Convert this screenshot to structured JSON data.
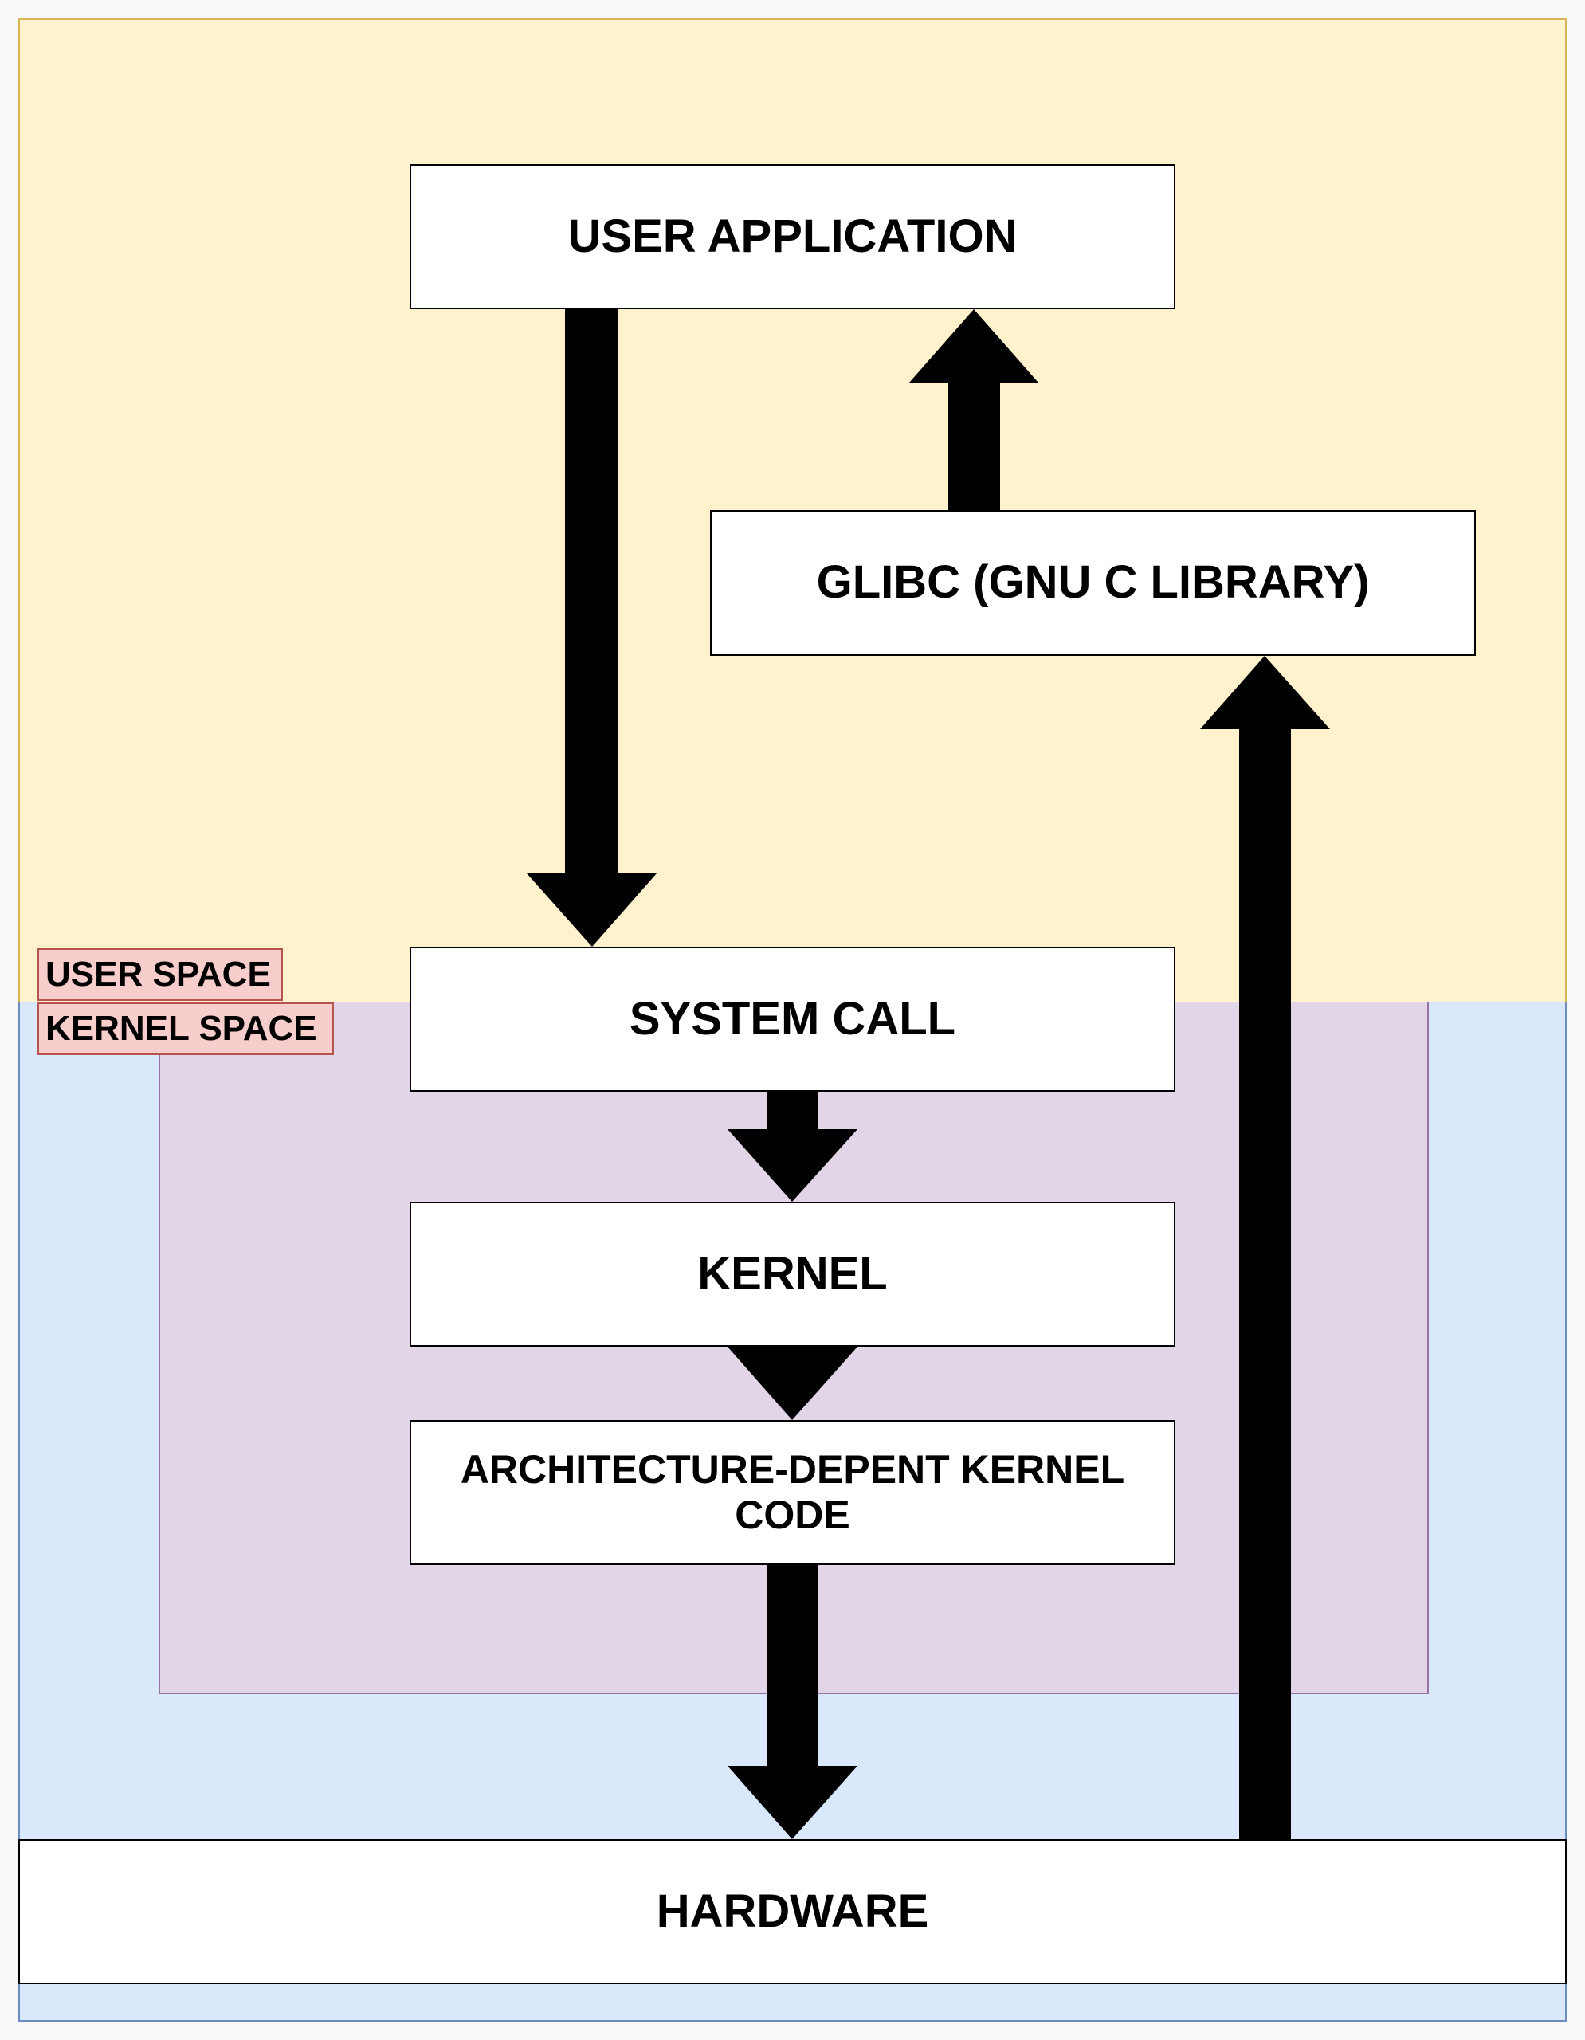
{
  "regions": {
    "user_space_label": "USER SPACE",
    "kernel_space_label": "KERNEL SPACE"
  },
  "nodes": {
    "user_application": "USER APPLICATION",
    "glibc": "GLIBC (GNU C LIBRARY)",
    "system_call": "SYSTEM CALL",
    "kernel": "KERNEL",
    "arch_kernel_code": "ARCHITECTURE-DEPENT KERNEL CODE",
    "hardware": "HARDWARE"
  },
  "colors": {
    "user_space_fill": "#fff2cc",
    "kernel_space_fill": "#dae8fc",
    "kernel_core_fill": "#e1d5e7",
    "label_fill": "#f8cecc",
    "arrow": "#000000"
  }
}
